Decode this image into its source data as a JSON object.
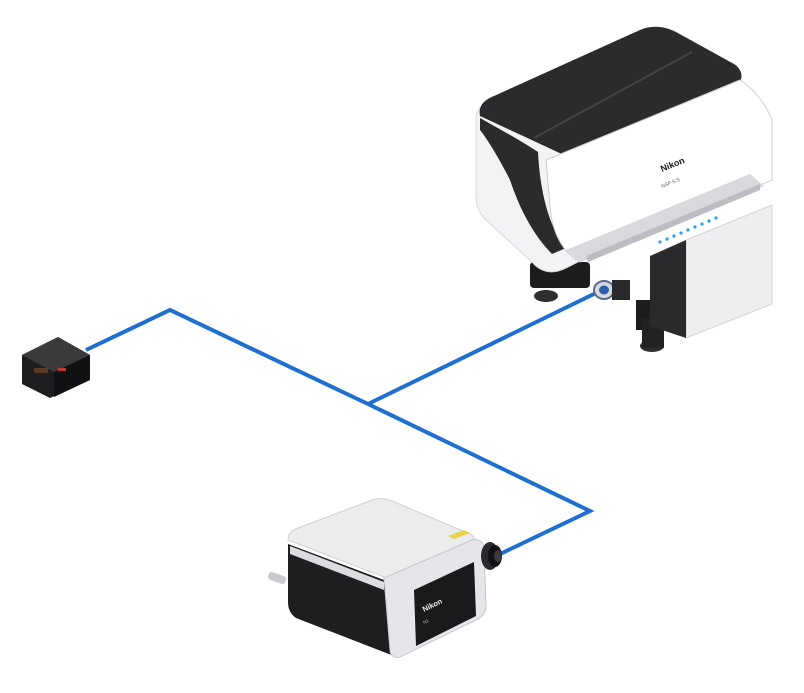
{
  "colors": {
    "cable": "#1f6fd0",
    "device_body": "#f4f4f5",
    "device_dark": "#2b2b2d",
    "accent_led": "#2a9df4",
    "status_yellow": "#e8d24a"
  },
  "microscope": {
    "brand": "Nikon",
    "model": "NSP S.S"
  },
  "laser_unit": {
    "brand": "Nikon",
    "model": "N1"
  },
  "icons": {
    "controller": "control-box-icon",
    "cable": "fiber-cable-icon"
  }
}
